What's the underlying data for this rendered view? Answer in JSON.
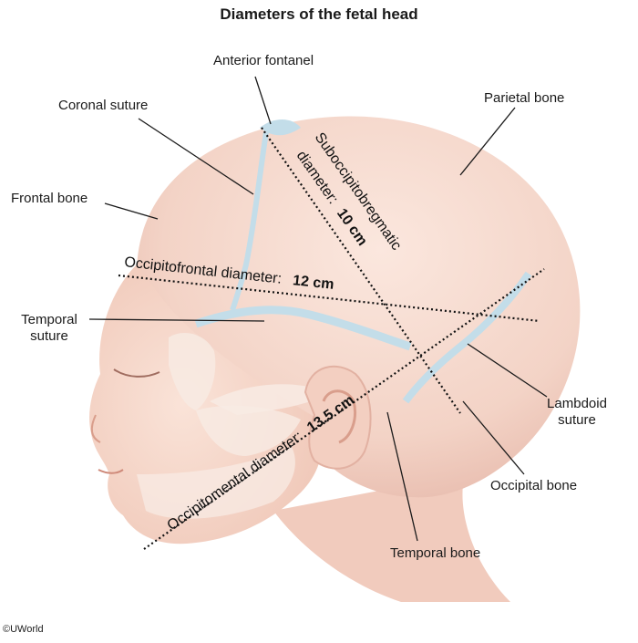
{
  "title": "Diameters of the fetal head",
  "credit": "©UWorld",
  "labels": {
    "anterior_fontanel": "Anterior fontanel",
    "coronal_suture": "Coronal suture",
    "parietal_bone": "Parietal bone",
    "frontal_bone": "Frontal bone",
    "temporal_suture_1": "Temporal",
    "temporal_suture_2": "suture",
    "lambdoid_suture_1": "Lambdoid",
    "lambdoid_suture_2": "suture",
    "occipital_bone": "Occipital bone",
    "temporal_bone": "Temporal bone"
  },
  "diameters": {
    "suboccipitobregmatic": {
      "name_1": "Suboccipitobregmatic",
      "name_2": "diameter:",
      "value": "10 cm"
    },
    "occipitofrontal": {
      "name": "Occipitofrontal diameter:",
      "value": "12 cm"
    },
    "occipitomental": {
      "name": "Occipitomental diameter:",
      "value": "13.5 cm"
    }
  },
  "colors": {
    "skin": "#f6dcd0",
    "skull": "#f1cfc4",
    "suture": "#bcd9e6",
    "bone_light": "#f8ece4"
  }
}
